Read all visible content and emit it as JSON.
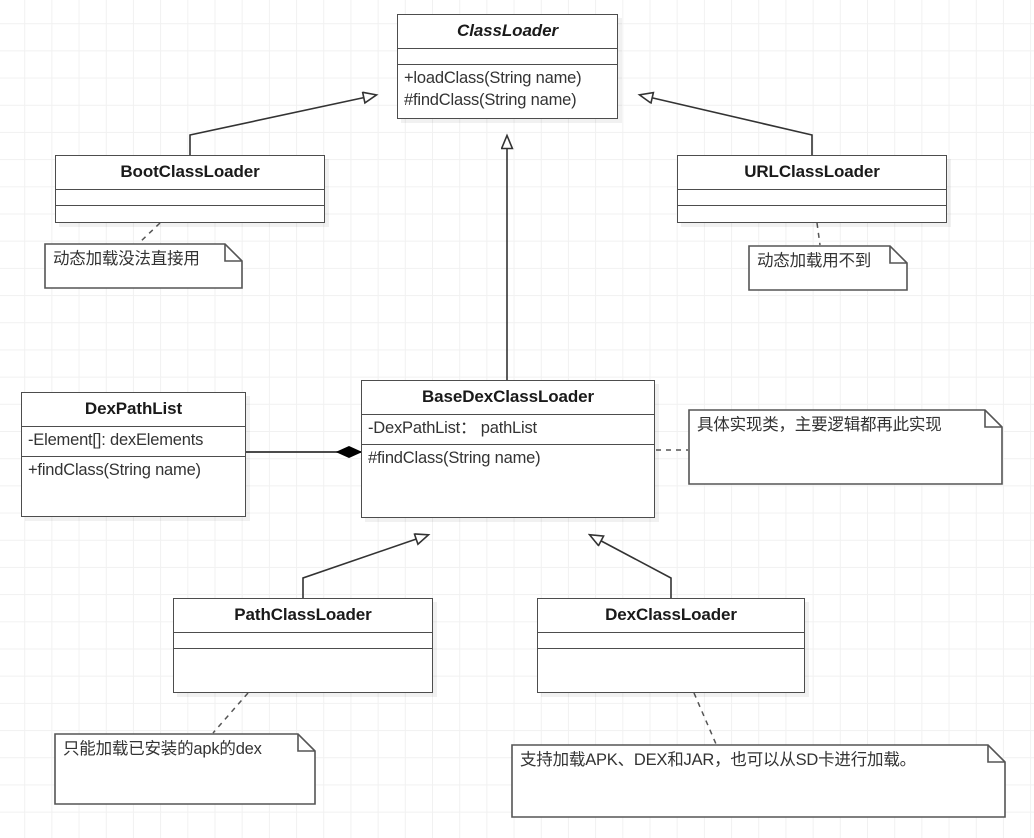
{
  "diagram": {
    "title": "Android ClassLoader hierarchy UML class diagram",
    "stroke_color": "#4d4d4d",
    "text_color": "#333333",
    "grid_color": "#f1f1f1",
    "background": "#ffffff"
  },
  "classes": [
    {
      "id": "classloader",
      "name": "ClassLoader",
      "abstract": true,
      "attributes": [],
      "methods": [
        "+loadClass(String name)",
        "#findClass(String name)"
      ]
    },
    {
      "id": "bootclassloader",
      "name": "BootClassLoader",
      "abstract": false,
      "attributes": [],
      "methods": []
    },
    {
      "id": "urlclassloader",
      "name": "URLClassLoader",
      "abstract": false,
      "attributes": [],
      "methods": []
    },
    {
      "id": "dexpathlist",
      "name": "DexPathList",
      "abstract": false,
      "attributes": [
        "-Element[]: dexElements"
      ],
      "methods": [
        "+findClass(String name)"
      ]
    },
    {
      "id": "basedexclassloader",
      "name": "BaseDexClassLoader",
      "abstract": false,
      "attributes": [
        "-DexPathList： pathList"
      ],
      "methods": [
        "#findClass(String name)"
      ]
    },
    {
      "id": "pathclassloader",
      "name": "PathClassLoader",
      "abstract": false,
      "attributes": [],
      "methods": []
    },
    {
      "id": "dexclassloader",
      "name": "DexClassLoader",
      "abstract": false,
      "attributes": [],
      "methods": []
    }
  ],
  "notes": [
    {
      "id": "note-boot",
      "text": "动态加载没法直接用",
      "attached_to": "bootclassloader"
    },
    {
      "id": "note-url",
      "text": "动态加载用不到",
      "attached_to": "urlclassloader"
    },
    {
      "id": "note-base",
      "text": "具体实现类，主要逻辑都再此实现",
      "attached_to": "basedexclassloader"
    },
    {
      "id": "note-path",
      "text": "只能加载已安装的apk的dex",
      "attached_to": "pathclassloader"
    },
    {
      "id": "note-dex",
      "text": "支持加载APK、DEX和JAR，也可以从SD卡进行加载。",
      "attached_to": "dexclassloader"
    }
  ],
  "relations": [
    {
      "from": "bootclassloader",
      "to": "classloader",
      "type": "generalization"
    },
    {
      "from": "basedexclassloader",
      "to": "classloader",
      "type": "generalization"
    },
    {
      "from": "urlclassloader",
      "to": "classloader",
      "type": "generalization"
    },
    {
      "from": "pathclassloader",
      "to": "basedexclassloader",
      "type": "generalization"
    },
    {
      "from": "dexclassloader",
      "to": "basedexclassloader",
      "type": "generalization"
    },
    {
      "from": "basedexclassloader",
      "to": "dexpathlist",
      "type": "composition"
    }
  ]
}
